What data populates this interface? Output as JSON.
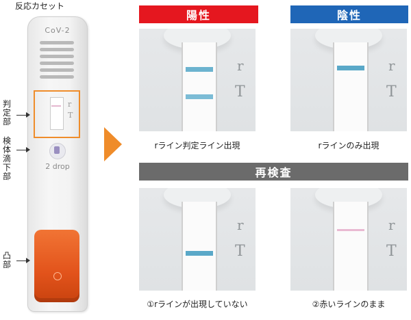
{
  "cassette": {
    "title": "反応カセット",
    "brand": "CoV-2",
    "drop_label": "2 drop",
    "mark_r": "r",
    "mark_T": "T",
    "labels": {
      "judgment": "判定部",
      "sample_drop": "検体滴下部",
      "bump": "凸部"
    }
  },
  "panels": {
    "positive": {
      "banner": "陽性",
      "banner_color": "#e5171f",
      "caption": "rライン判定ライン出現"
    },
    "negative": {
      "banner": "陰性",
      "banner_color": "#1f66b7",
      "caption": "rラインのみ出現"
    },
    "retest": {
      "banner": "再検査",
      "banner_color": "#6b6b6b",
      "case1_caption": "①rラインが出現していない",
      "case2_caption": "②赤いラインのまま"
    },
    "mark_r": "r",
    "mark_T": "T"
  },
  "colors": {
    "accent_orange": "#ef8c2a",
    "blue_line": "#5aa8c8",
    "pink_line": "#e9b9d2"
  }
}
